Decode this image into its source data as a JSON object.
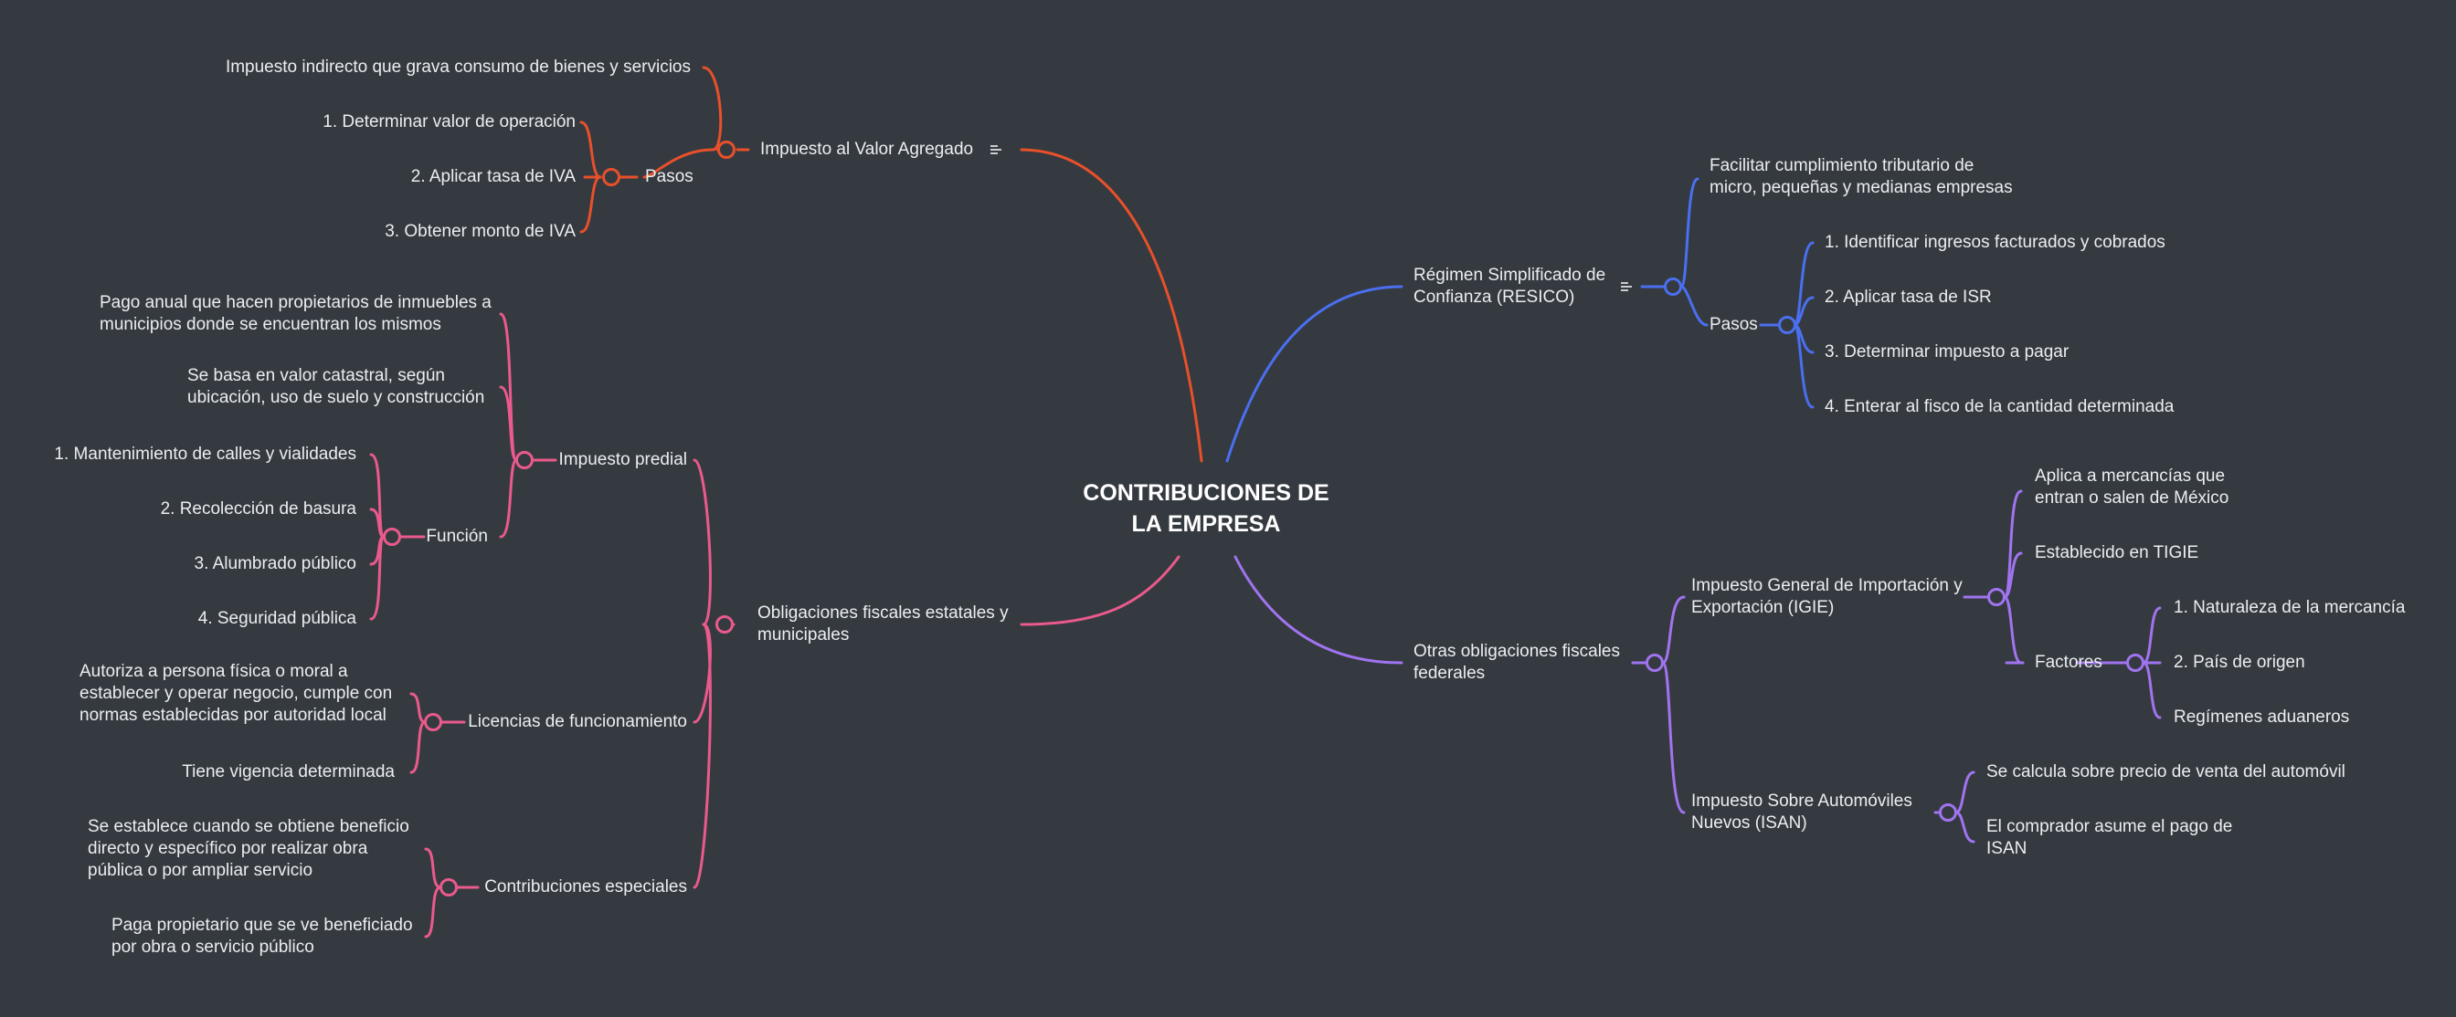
{
  "colors": {
    "background": "#353a40",
    "branch_iva": "#e8502a",
    "branch_resico": "#4a6ff0",
    "branch_estatales": "#ea5a8c",
    "branch_federales": "#a074f0"
  },
  "central": {
    "line1": "CONTRIBUCIONES DE",
    "line2": "LA EMPRESA"
  },
  "iva": {
    "title": "Impuesto al Valor Agregado",
    "desc": "Impuesto indirecto que grava consumo de bienes y servicios",
    "pasos_label": "Pasos",
    "pasos": [
      "1. Determinar valor de operación",
      "2. Aplicar tasa de IVA",
      "3. Obtener monto de IVA"
    ]
  },
  "resico": {
    "title_line1": "Régimen Simplificado de",
    "title_line2": "Confianza (RESICO)",
    "desc_line1": "Facilitar cumplimiento tributario de",
    "desc_line2": "micro, pequeñas y medianas empresas",
    "pasos_label": "Pasos",
    "pasos": [
      "1. Identificar ingresos facturados y cobrados",
      "2. Aplicar tasa de ISR",
      "3. Determinar impuesto a pagar",
      "4. Enterar al fisco de la cantidad determinada"
    ]
  },
  "estatales": {
    "title_line1": "Obligaciones fiscales estatales y",
    "title_line2": "municipales",
    "predial": {
      "title": "Impuesto predial",
      "desc1_line1": "Pago anual que hacen propietarios de inmuebles a",
      "desc1_line2": "municipios donde se encuentran los mismos",
      "desc2_line1": "Se basa en valor catastral, según",
      "desc2_line2": "ubicación, uso de suelo y construcción",
      "funcion_label": "Función",
      "funcion": [
        "1. Mantenimiento de calles y vialidades",
        "2. Recolección de basura",
        "3. Alumbrado público",
        "4. Seguridad pública"
      ]
    },
    "licencias": {
      "title": "Licencias de funcionamiento",
      "desc1_line1": "Autoriza a persona física o moral a",
      "desc1_line2": "establecer y operar negocio, cumple con",
      "desc1_line3": "normas establecidas por autoridad local",
      "desc2": "Tiene vigencia determinada"
    },
    "especiales": {
      "title": "Contribuciones especiales",
      "desc1_line1": "Se establece cuando se obtiene beneficio",
      "desc1_line2": "directo y específico por realizar obra",
      "desc1_line3": "pública o por ampliar servicio",
      "desc2_line1": "Paga propietario que se ve beneficiado",
      "desc2_line2": "por obra o servicio público"
    }
  },
  "federales": {
    "title_line1": "Otras obligaciones fiscales",
    "title_line2": "federales",
    "igie": {
      "title_line1": "Impuesto General de Importación y",
      "title_line2": "Exportación (IGIE)",
      "desc1_line1": "Aplica a mercancías que",
      "desc1_line2": "entran o salen de México",
      "desc2": "Establecido en TIGIE",
      "factores_label": "Factores",
      "factores": [
        "1. Naturaleza de la mercancía",
        "2. País de origen",
        "Regímenes aduaneros"
      ]
    },
    "isan": {
      "title_line1": "Impuesto Sobre Automóviles",
      "title_line2": "Nuevos (ISAN)",
      "desc1": "Se calcula sobre precio de venta del automóvil",
      "desc2_line1": "El comprador asume el pago de",
      "desc2_line2": "ISAN"
    }
  }
}
